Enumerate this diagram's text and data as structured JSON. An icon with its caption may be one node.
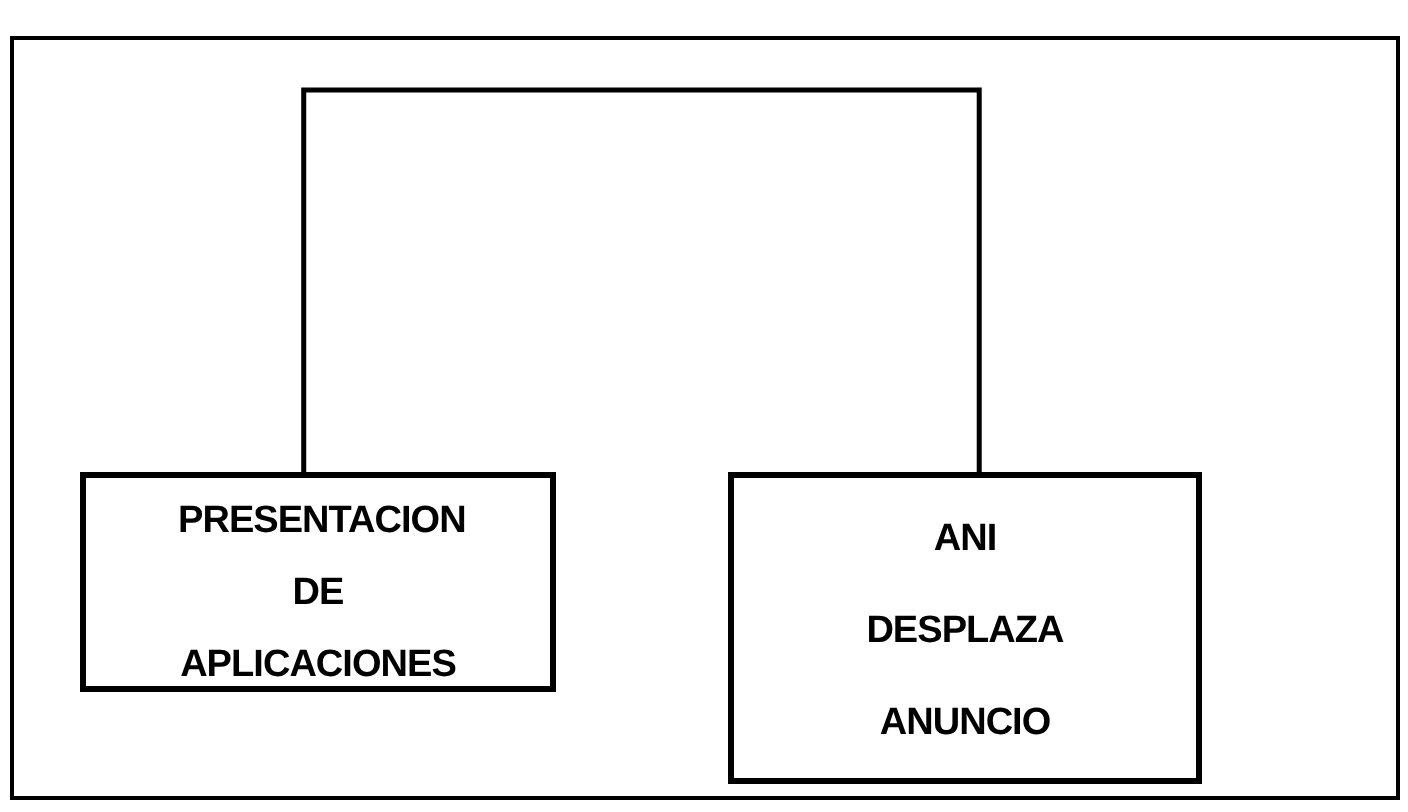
{
  "diagram": {
    "nodes": [
      {
        "text": [
          "PRESENTACION DE APLICACIONES"
        ]
      },
      {
        "text": [
          "ANI DESPLAZA ANUNCIO"
        ]
      }
    ],
    "edges": [
      {
        "from": 0,
        "to": 1,
        "arrow": "none"
      }
    ]
  }
}
